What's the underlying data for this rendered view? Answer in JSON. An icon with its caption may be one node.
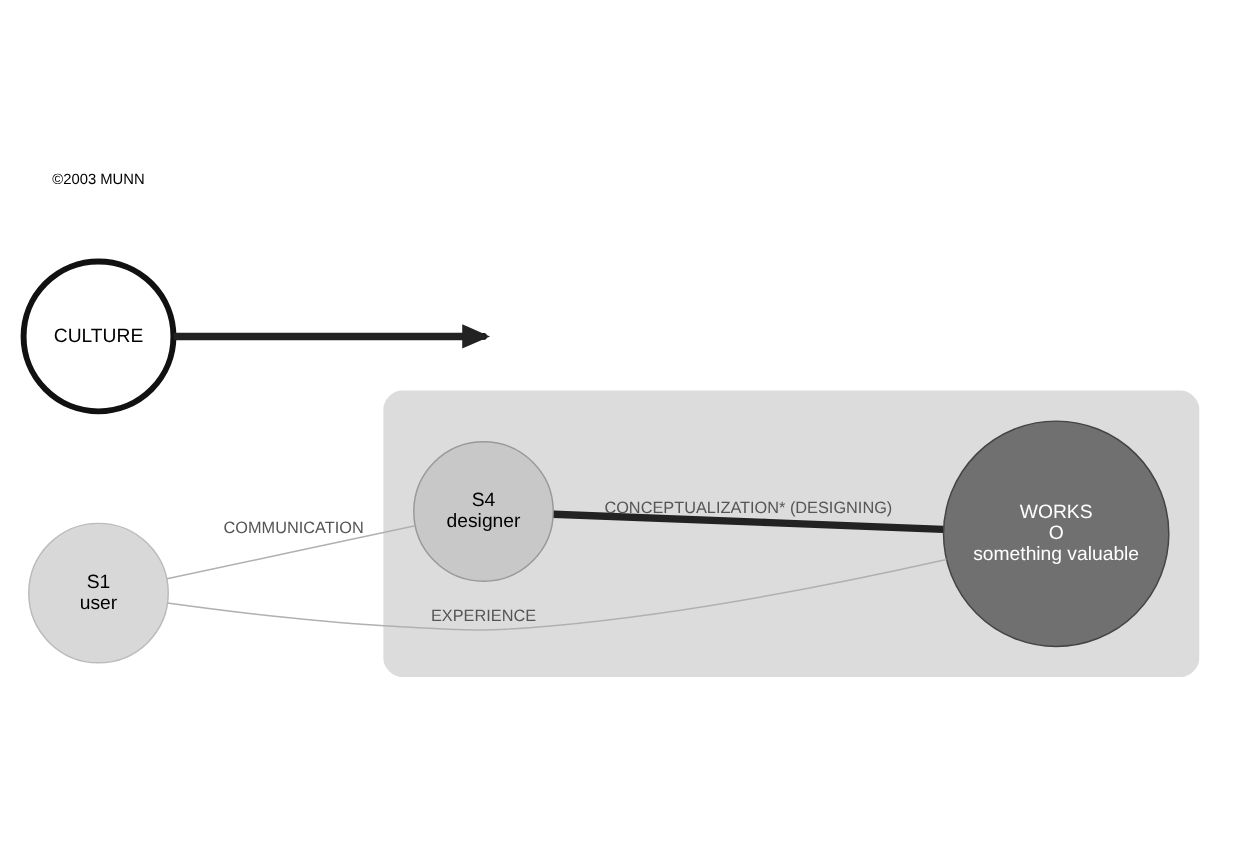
{
  "diagram": {
    "nodes": [
      {
        "text": [],
        "shape": "ellipse"
      },
      {
        "text": [
          "S1",
          "user"
        ]
      },
      {
        "text": [
          "CULTURE"
        ]
      },
      {
        "text": [
          "S4",
          "designer"
        ],
        "in": 0
      },
      {
        "text": [
          "WORKS",
          "O",
          "something valuable"
        ],
        "in": 0
      }
    ],
    "edges": [
      {
        "from": 1,
        "to": 3,
        "arrow": "none",
        "label": "COMMUNICATION",
        "color": "#b0b0b0"
      },
      {
        "from": 1,
        "to": 4,
        "arrow": "none",
        "label": "EXPERIENCE",
        "color": "#b0b0b0"
      },
      {
        "from": 3,
        "to": 4,
        "arrow": "none",
        "label": "CONCEPTUALIZATION* (DESIGNING)",
        "style": "thick",
        "color": "#222222"
      },
      {
        "from": 2,
        "to": null,
        "arrow": "to",
        "style": "thick",
        "color": "#222222"
      }
    ],
    "labels": [
      "©2003 MUNN"
    ]
  }
}
